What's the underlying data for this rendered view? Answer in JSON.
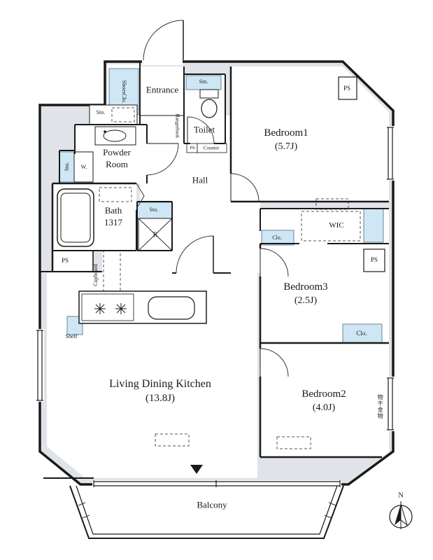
{
  "plan": {
    "type": "apartment-floor-plan"
  },
  "rooms": {
    "entrance": {
      "name": "Entrance"
    },
    "toilet": {
      "name": "Toilet"
    },
    "bedroom1": {
      "name": "Bedroom1",
      "size": "(5.7J)"
    },
    "powder_room": {
      "line1": "Powder",
      "line2": "Room"
    },
    "bath": {
      "name": "Bath",
      "size": "1317"
    },
    "hall": {
      "name": "Hall"
    },
    "wic": {
      "name": "WIC"
    },
    "bedroom3": {
      "name": "Bedroom3",
      "size": "(2.5J)"
    },
    "bedroom2": {
      "name": "Bedroom2",
      "size": "(4.0J)"
    },
    "ldk": {
      "name": "Living Dining Kitchen",
      "size": "(13.8J)"
    },
    "balcony": {
      "name": "Balcony"
    }
  },
  "labels": {
    "shoes_closet": "ShoesClo.",
    "storage": "Sto.",
    "washer": "W.",
    "refrigerator": "R",
    "cupboard": "Cupboard",
    "shelf": "Shelf",
    "closet": "Clo.",
    "pipe_space": "PS",
    "counter": "Counter",
    "hanger_hook": "Hangerhook",
    "laundry_hardware": "物干金物",
    "north": "N"
  },
  "colors": {
    "storage_fill": "#cfe7f5",
    "common_area": "#e0e4e8",
    "wall": "#1a1a1a"
  }
}
